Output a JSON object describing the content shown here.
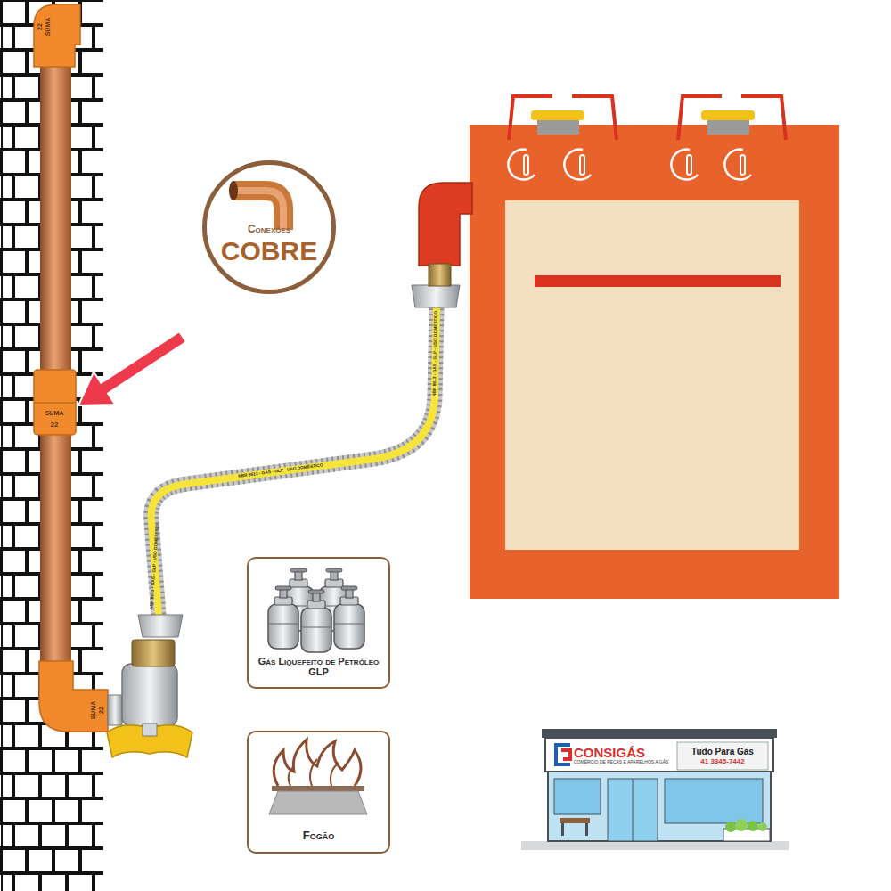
{
  "diagram": {
    "nodes": [
      {
        "text": [
          "Conexões",
          "COBRE"
        ]
      },
      {
        "text": [
          "Gás Liquefeito de Petróleo GLP"
        ]
      },
      {
        "text": [
          "Fogão"
        ]
      },
      {
        "text": [
          "CONSIGÁS",
          "COMÉRCIO DE PEÇAS E APARELHOS A GÁS"
        ]
      },
      {
        "text": [
          "Tudo Para Gás",
          "41 3345-7442"
        ]
      }
    ],
    "labels": [
      "SUMA",
      "22",
      "SUMA",
      "22",
      "SUMA",
      "22",
      "NBR 8613 - GÁS - GLP - USO DOMÉSTICO",
      "NBR 8613 - GÁS - GLP - USO DOMÉSTICO",
      "NBR 8613 - GÁS - GLP - USO DOMÉSTICO"
    ]
  }
}
